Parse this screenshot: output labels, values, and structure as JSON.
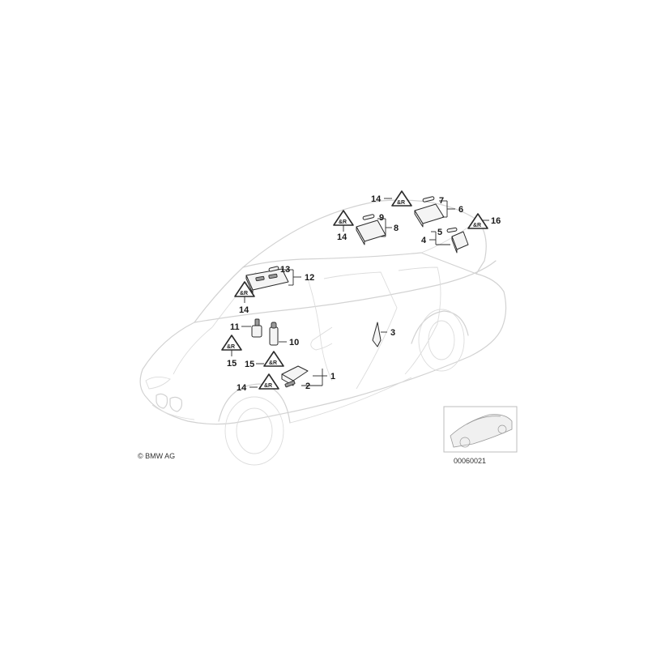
{
  "copyright": "© BMW AG",
  "diagram_number": "00060021",
  "callouts": {
    "c1": "1",
    "c2": "2",
    "c3": "3",
    "c4": "4",
    "c5": "5",
    "c6": "6",
    "c7": "7",
    "c8": "8",
    "c9": "9",
    "c10": "10",
    "c11": "11",
    "c12": "12",
    "c13": "13",
    "c14a": "14",
    "c14b": "14",
    "c14c": "14",
    "c14d": "14",
    "c15a": "15",
    "c15b": "15",
    "c16": "16"
  }
}
